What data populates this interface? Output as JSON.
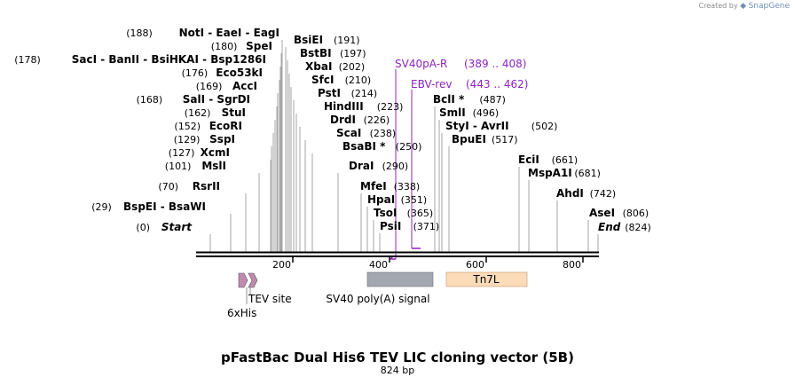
{
  "credit": {
    "prefix": "Created by",
    "brand": "SnapGene"
  },
  "title": "pFastBac Dual His6 TEV LIC cloning vector (5B)",
  "subtitle": "824 bp",
  "enzymes": [
    {
      "label": "(0)",
      "name": "Start"
    },
    {
      "label": "(29)",
      "name": "BspEI - BsaWI"
    },
    {
      "label": "(70)",
      "name": "RsrII"
    },
    {
      "label": "(101)",
      "name": "MslI"
    },
    {
      "label": "(127)",
      "name": "XcmI"
    },
    {
      "label": "(129)",
      "name": "SspI"
    },
    {
      "label": "(152)",
      "name": "EcoRI"
    },
    {
      "label": "(162)",
      "name": "StuI"
    },
    {
      "label": "(168)",
      "name": "SalI - SgrDI"
    },
    {
      "label": "(169)",
      "name": "AccI"
    },
    {
      "label": "(176)",
      "name": "Eco53kI"
    },
    {
      "label": "(178)",
      "name": "SacI - BanII - BsiHKAI - Bsp1286I"
    },
    {
      "label": "(180)",
      "name": "SpeI"
    },
    {
      "label": "(188)",
      "name": "NotI - EaeI - EagI"
    },
    {
      "label": "(191)",
      "name": "BsiEI"
    },
    {
      "label": "(197)",
      "name": "BstBI"
    },
    {
      "label": "(202)",
      "name": "XbaI"
    },
    {
      "label": "(210)",
      "name": "SfcI"
    },
    {
      "label": "(214)",
      "name": "PstI"
    },
    {
      "label": "(223)",
      "name": "HindIII"
    },
    {
      "label": "(226)",
      "name": "DrdI"
    },
    {
      "label": "(238)",
      "name": "ScaI"
    },
    {
      "label": "(250)",
      "name": "BsaBI *"
    },
    {
      "label": "(290)",
      "name": "DraI"
    },
    {
      "label": "(338)",
      "name": "MfeI"
    },
    {
      "label": "(351)",
      "name": "HpaI"
    },
    {
      "label": "(365)",
      "name": "TsoI"
    },
    {
      "label": "(371)",
      "name": "PsiI"
    },
    {
      "label": "(487)",
      "name": "BclI *"
    },
    {
      "label": "(496)",
      "name": "SmlI"
    },
    {
      "label": "(502)",
      "name": "StyI - AvrII"
    },
    {
      "label": "(517)",
      "name": "BpuEI"
    },
    {
      "label": "(661)",
      "name": "EciI"
    },
    {
      "label": "(681)",
      "name": "MspA1I"
    },
    {
      "label": "(742)",
      "name": "AhdI"
    },
    {
      "label": "(806)",
      "name": "AseI"
    },
    {
      "label": "(824)",
      "name": "End"
    }
  ],
  "primers": [
    {
      "name": "SV40pA-R",
      "range": "(389 .. 408)"
    },
    {
      "name": "EBV-rev",
      "range": "(443 .. 462)"
    }
  ],
  "features": [
    {
      "name": "6xHis",
      "color": "#c08ab0"
    },
    {
      "name": "TEV site",
      "color": "#c08ab0"
    },
    {
      "name": "SV40 poly(A) signal",
      "color": "#a3a8b0"
    },
    {
      "name": "Tn7L",
      "color": "#fcdcb8"
    }
  ],
  "axis_ticks": [
    "200",
    "400",
    "600",
    "800"
  ],
  "colors": {
    "primer": "#8d24bf",
    "backbone": "#000000"
  }
}
